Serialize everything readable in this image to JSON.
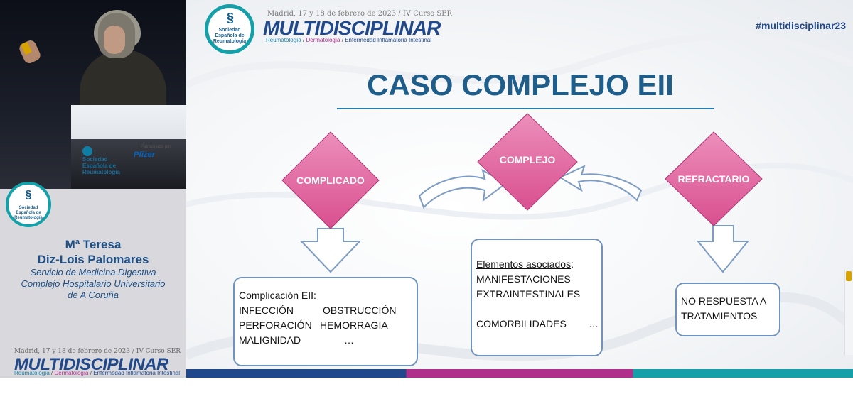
{
  "speaker_panel": {
    "name_line1": "Mª Teresa",
    "name_line2": "Diz-Lois Palomares",
    "affiliation_line1": "Servicio de Medicina Digestiva",
    "affiliation_line2": "Complejo Hospitalario Universitario",
    "affiliation_line3": "de A Coruña",
    "logo_text": "Sociedad Española de Reumatología",
    "lectern_logo_text": "Sociedad Española de Reumatología",
    "lectern_sponsor_caption": "Patrocinado por",
    "lectern_sponsor": "Pfizer"
  },
  "event": {
    "date_line": "Madrid, 17 y 18 de febrero de 2023 / IV Curso SER",
    "title": "MULTIDISCIPLINAR",
    "sub_reumatologia": "Reumatología",
    "sub_sep1": " / ",
    "sub_dermatologia": "Dermatología",
    "sub_sep2": " / ",
    "sub_eii": "Enfermedad Inflamatoria Intestinal",
    "hashtag": "#multidisciplinar23",
    "logo_text": "Sociedad Española de Reumatología"
  },
  "slide": {
    "title": "CASO COMPLEJO EII",
    "diamonds": [
      {
        "label": "COMPLICADO",
        "color": "#e3679f"
      },
      {
        "label": "COMPLEJO",
        "color": "#e3679f"
      },
      {
        "label": "REFRACTARIO",
        "color": "#e3679f"
      }
    ],
    "box_complicado": {
      "heading": "Complicación EII",
      "heading_suffix": ":",
      "row1_a": "INFECCIÓN",
      "row1_b": "OBSTRUCCIÓN",
      "row2_a": "PERFORACIÓN",
      "row2_b": "HEMORRAGIA",
      "row3_a": "MALIGNIDAD",
      "row3_b": "…"
    },
    "box_complejo": {
      "heading": "Elementos asociados",
      "heading_suffix": ":",
      "line1": "MANIFESTACIONES",
      "line2": "EXTRAINTESTINALES",
      "line3_a": "COMORBILIDADES",
      "line3_b": "…"
    },
    "box_refractario": {
      "line1": "NO RESPUESTA A",
      "line2": "TRATAMIENTOS"
    }
  },
  "colors": {
    "brand_blue": "#20488a",
    "brand_magenta": "#b0318b",
    "brand_teal": "#13a0a8",
    "diamond_pink": "#e3679f",
    "title_blue": "#1f5e8a"
  }
}
